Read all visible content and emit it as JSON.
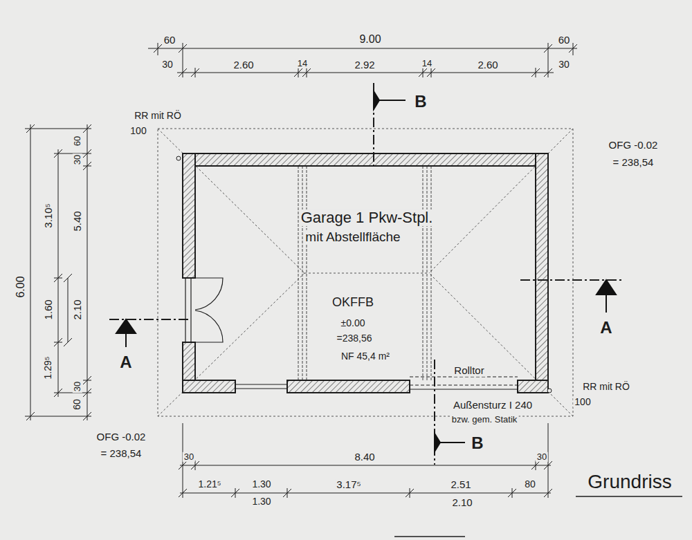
{
  "diagram": {
    "nodes": [
      {
        "text": [
          "Garage 1 Pkw-Stpl.",
          "mit Abstellfläche",
          "OKFFB",
          "±0.00",
          "=238,56",
          "NF 45,4 m²"
        ]
      }
    ],
    "labels": [
      "60",
      "9.00",
      "60",
      "30",
      "2.60",
      "14",
      "2.92",
      "14",
      "2.60",
      "30",
      "B",
      "RR mit RÖ",
      "100",
      "OFG -0.02",
      "= 238,54",
      "6.00",
      "60",
      "30",
      "3.10⁵",
      "5.40",
      "1.60",
      "2.10",
      "1.29⁵",
      "30",
      "60",
      "Rolltor",
      "Außensturz I 240",
      "bzw. gem. Statik",
      "RR mit RÖ",
      "100",
      "A",
      "A",
      "OFG -0.02",
      "= 238,54",
      "B",
      "30",
      "8.40",
      "30",
      "1.21⁵",
      "1.30",
      "3.17⁵",
      "2.51",
      "80",
      "1.30",
      "2.10",
      "Grundriss"
    ]
  }
}
